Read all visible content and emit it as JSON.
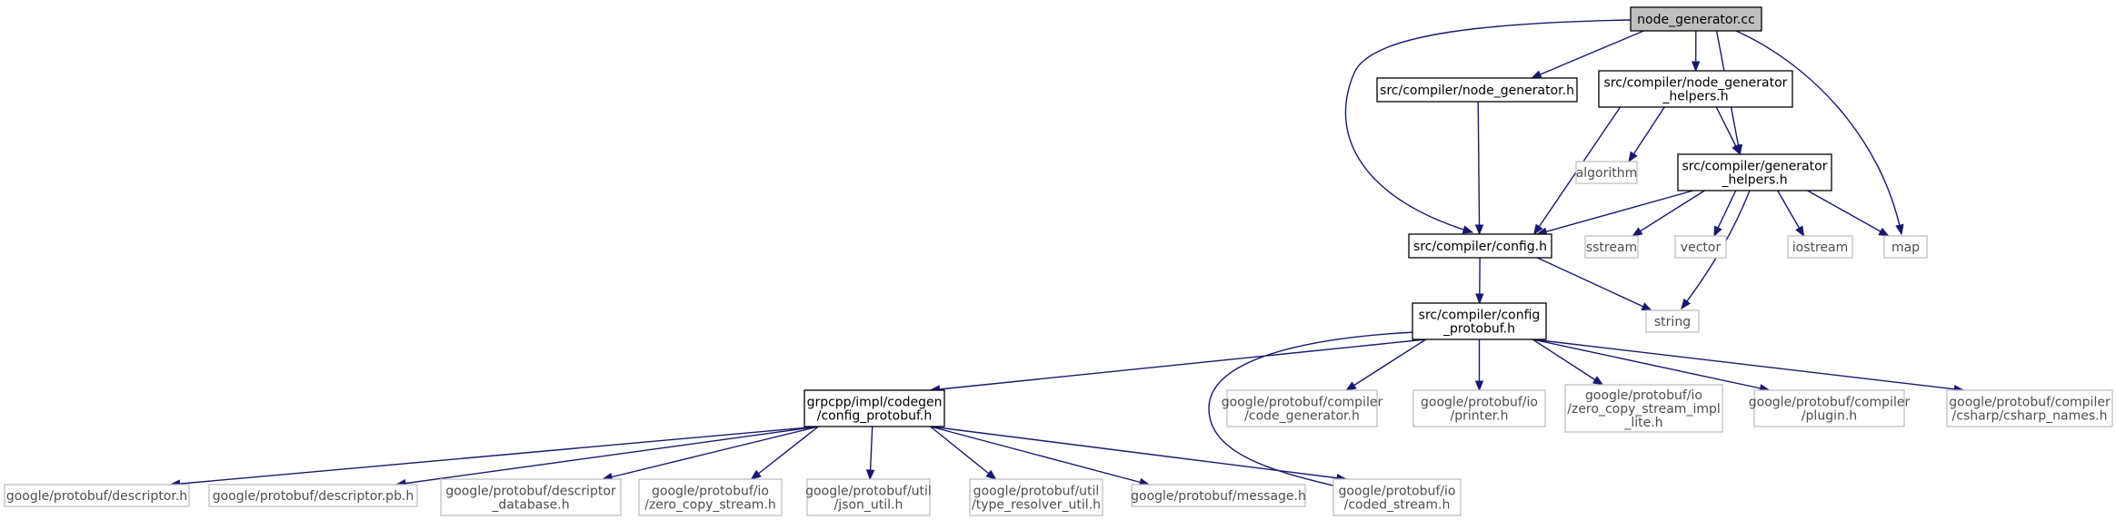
{
  "nodes": {
    "node_generator_cc": {
      "lines": [
        "node_generator.cc"
      ],
      "kind": "root"
    },
    "node_generator_h": {
      "lines": [
        "src/compiler/node_generator.h"
      ],
      "kind": "local"
    },
    "node_generator_helpers_h": {
      "lines": [
        "src/compiler/node_generator",
        "_helpers.h"
      ],
      "kind": "local"
    },
    "algorithm": {
      "lines": [
        "algorithm"
      ],
      "kind": "system"
    },
    "generator_helpers_h": {
      "lines": [
        "src/compiler/generator",
        "_helpers.h"
      ],
      "kind": "local"
    },
    "config_h": {
      "lines": [
        "src/compiler/config.h"
      ],
      "kind": "local"
    },
    "sstream": {
      "lines": [
        "sstream"
      ],
      "kind": "system"
    },
    "vector": {
      "lines": [
        "vector"
      ],
      "kind": "system"
    },
    "iostream": {
      "lines": [
        "iostream"
      ],
      "kind": "system"
    },
    "map": {
      "lines": [
        "map"
      ],
      "kind": "system"
    },
    "string": {
      "lines": [
        "string"
      ],
      "kind": "system"
    },
    "config_protobuf_h": {
      "lines": [
        "src/compiler/config",
        "_protobuf.h"
      ],
      "kind": "local"
    },
    "grpcpp_config_protobuf_h": {
      "lines": [
        "grpcpp/impl/codegen",
        "/config_protobuf.h"
      ],
      "kind": "local"
    },
    "code_generator_h": {
      "lines": [
        "google/protobuf/compiler",
        "/code_generator.h"
      ],
      "kind": "system"
    },
    "printer_h": {
      "lines": [
        "google/protobuf/io",
        "/printer.h"
      ],
      "kind": "system"
    },
    "zero_copy_stream_impl_lite_h": {
      "lines": [
        "google/protobuf/io",
        "/zero_copy_stream_impl",
        "_lite.h"
      ],
      "kind": "system"
    },
    "plugin_h": {
      "lines": [
        "google/protobuf/compiler",
        "/plugin.h"
      ],
      "kind": "system"
    },
    "csharp_names_h": {
      "lines": [
        "google/protobuf/compiler",
        "/csharp/csharp_names.h"
      ],
      "kind": "system"
    },
    "descriptor_h": {
      "lines": [
        "google/protobuf/descriptor.h"
      ],
      "kind": "system"
    },
    "descriptor_pb_h": {
      "lines": [
        "google/protobuf/descriptor.pb.h"
      ],
      "kind": "system"
    },
    "descriptor_database_h": {
      "lines": [
        "google/protobuf/descriptor",
        "_database.h"
      ],
      "kind": "system"
    },
    "zero_copy_stream_h": {
      "lines": [
        "google/protobuf/io",
        "/zero_copy_stream.h"
      ],
      "kind": "system"
    },
    "json_util_h": {
      "lines": [
        "google/protobuf/util",
        "/json_util.h"
      ],
      "kind": "system"
    },
    "type_resolver_util_h": {
      "lines": [
        "google/protobuf/util",
        "/type_resolver_util.h"
      ],
      "kind": "system"
    },
    "message_h": {
      "lines": [
        "google/protobuf/message.h"
      ],
      "kind": "system"
    },
    "coded_stream_h": {
      "lines": [
        "google/protobuf/io",
        "/coded_stream.h"
      ],
      "kind": "system"
    }
  },
  "edges": [
    [
      "node_generator_cc",
      "node_generator_h"
    ],
    [
      "node_generator_cc",
      "config_h"
    ],
    [
      "node_generator_cc",
      "node_generator_helpers_h"
    ],
    [
      "node_generator_cc",
      "generator_helpers_h"
    ],
    [
      "node_generator_cc",
      "map"
    ],
    [
      "node_generator_h",
      "config_h"
    ],
    [
      "node_generator_helpers_h",
      "config_h"
    ],
    [
      "node_generator_helpers_h",
      "algorithm"
    ],
    [
      "node_generator_helpers_h",
      "generator_helpers_h"
    ],
    [
      "generator_helpers_h",
      "config_h"
    ],
    [
      "generator_helpers_h",
      "sstream"
    ],
    [
      "generator_helpers_h",
      "vector"
    ],
    [
      "generator_helpers_h",
      "iostream"
    ],
    [
      "generator_helpers_h",
      "map"
    ],
    [
      "generator_helpers_h",
      "string"
    ],
    [
      "config_h",
      "config_protobuf_h"
    ],
    [
      "config_h",
      "string"
    ],
    [
      "config_protobuf_h",
      "grpcpp_config_protobuf_h"
    ],
    [
      "config_protobuf_h",
      "coded_stream_h"
    ],
    [
      "config_protobuf_h",
      "code_generator_h"
    ],
    [
      "config_protobuf_h",
      "printer_h"
    ],
    [
      "config_protobuf_h",
      "zero_copy_stream_impl_lite_h"
    ],
    [
      "config_protobuf_h",
      "plugin_h"
    ],
    [
      "config_protobuf_h",
      "csharp_names_h"
    ],
    [
      "grpcpp_config_protobuf_h",
      "descriptor_h"
    ],
    [
      "grpcpp_config_protobuf_h",
      "descriptor_pb_h"
    ],
    [
      "grpcpp_config_protobuf_h",
      "descriptor_database_h"
    ],
    [
      "grpcpp_config_protobuf_h",
      "zero_copy_stream_h"
    ],
    [
      "grpcpp_config_protobuf_h",
      "json_util_h"
    ],
    [
      "grpcpp_config_protobuf_h",
      "type_resolver_util_h"
    ],
    [
      "grpcpp_config_protobuf_h",
      "message_h"
    ],
    [
      "grpcpp_config_protobuf_h",
      "coded_stream_h"
    ]
  ],
  "colors": {
    "edge": "#191970",
    "root_fill": "#bfbfbf",
    "local_border": "#000000",
    "system_border": "#bfbfbf",
    "text": "#000000",
    "system_text": "#4d4d4d"
  }
}
